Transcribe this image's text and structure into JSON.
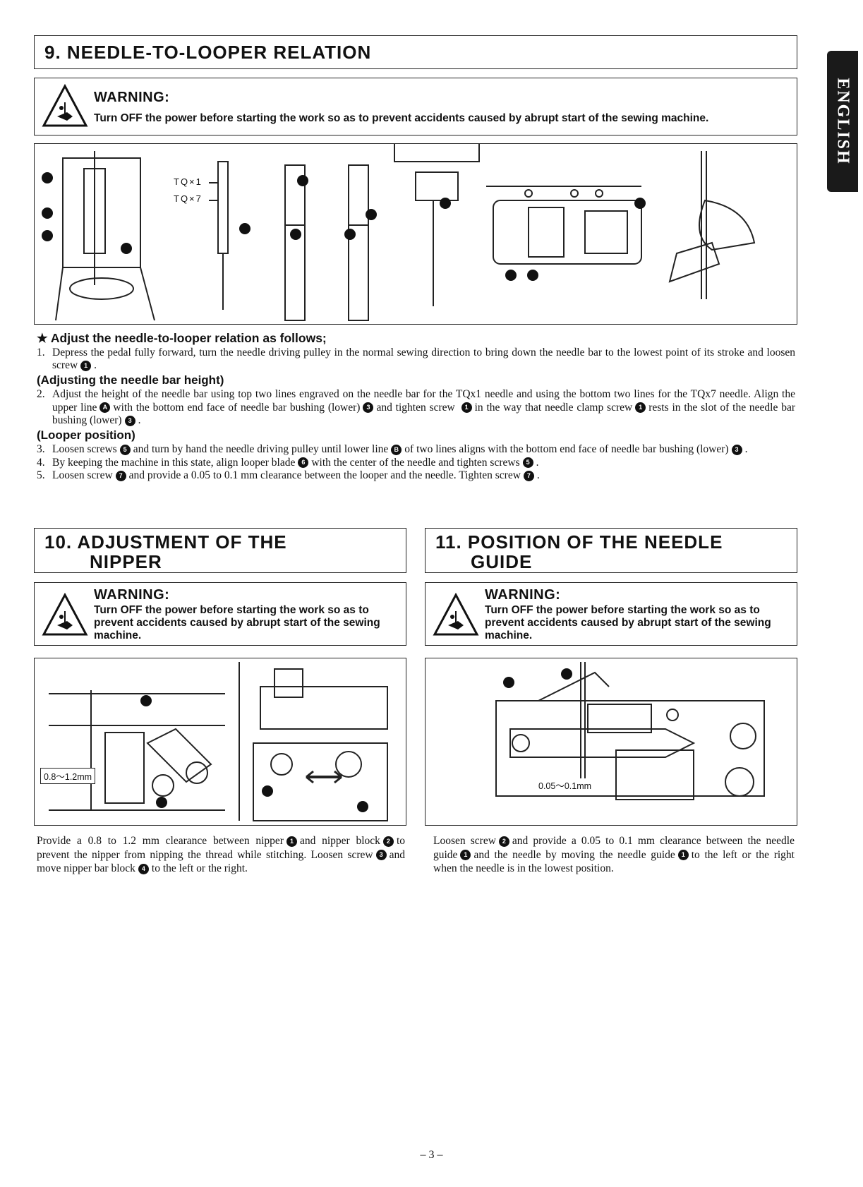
{
  "side_tab": "ENGLISH",
  "section9": {
    "title": "9. NEEDLE-TO-LOOPER RELATION",
    "warning_title": "WARNING:",
    "warning_text": "Turn OFF the power before starting the work so as to prevent accidents caused by abrupt start of the sewing machine.",
    "figure_labels": {
      "tqx1": "TQ×1",
      "tqx7": "TQ×7"
    },
    "intro": "★  Adjust the needle-to-looper relation as follows;",
    "step1_num": "1.",
    "step1_text": "Depress the pedal fully forward, turn the needle driving pulley in the normal sewing direction to bring down the needle bar to the lowest point of its stroke and loosen screw",
    "step1_badge": "1",
    "step1_end": ".",
    "sub1": "(Adjusting the needle bar height)",
    "step2_num": "2.",
    "step2_a": "Adjust the height of the needle bar using top two lines engraved on the needle bar for the TQx1 needle and using the bottom two lines for the TQx7 needle. Align the upper line",
    "step2_b1": "A",
    "step2_b": "with the bottom end face of needle bar bushing (lower)",
    "step2_b2": "3",
    "step2_c": "and tighten screw",
    "step2_b3": "1",
    "step2_d": "in the way that needle clamp screw",
    "step2_b4": "1",
    "step2_e": "rests in the slot of the needle bar bushing (lower)",
    "step2_b5": "3",
    "step2_end": ".",
    "sub2": "(Looper position)",
    "step3_num": "3.",
    "step3_a": "Loosen screws",
    "step3_b1": "5",
    "step3_b": "and turn by hand the needle driving pulley until lower line",
    "step3_b2": "B",
    "step3_c": "of two lines aligns with the bottom end face of needle bar bushing (lower)",
    "step3_b3": "3",
    "step3_end": ".",
    "step4_num": "4.",
    "step4_a": "By keeping the machine in this state, align looper blade",
    "step4_b1": "6",
    "step4_b": "with the center of the needle and tighten screws",
    "step4_b2": "5",
    "step4_end": ".",
    "step5_num": "5.",
    "step5_a": "Loosen screw",
    "step5_b1": "7",
    "step5_b": "and provide a 0.05 to 0.1 mm clearance between the looper and the needle. Tighten screw",
    "step5_b2": "7",
    "step5_end": "."
  },
  "section10": {
    "title_line1": "10. ADJUSTMENT OF THE",
    "title_line2": "NIPPER",
    "warning_title": "WARNING:",
    "warning_text": "Turn OFF the power before starting the work so as to prevent accidents caused by abrupt start of the sewing machine.",
    "clearance_label": "0.8～1.2mm",
    "caption_a": "Provide a 0.8 to 1.2 mm clearance between nipper",
    "caption_b1": "1",
    "caption_b": "and nipper block",
    "caption_b2": "2",
    "caption_c": "to prevent the nipper from nipping the thread while stitching. Loosen screw",
    "caption_b3": "3",
    "caption_d": "and move nipper bar block",
    "caption_b4": "4",
    "caption_e": "to the left or the right."
  },
  "section11": {
    "title_line1": "11. POSITION OF THE NEEDLE",
    "title_line2": "GUIDE",
    "warning_title": "WARNING:",
    "warning_text": "Turn OFF the power before starting the work so as to prevent accidents caused by abrupt start of the sewing machine.",
    "clearance_label": "0.05～0.1mm",
    "caption_a": "Loosen screw",
    "caption_b1": "2",
    "caption_b": "and provide a 0.05 to 0.1 mm clearance between the needle guide",
    "caption_b2": "1",
    "caption_c": "and the needle by moving the needle guide",
    "caption_b3": "1",
    "caption_d": "to the left or the right when the needle is in the lowest position."
  },
  "page_number": "– 3 –"
}
